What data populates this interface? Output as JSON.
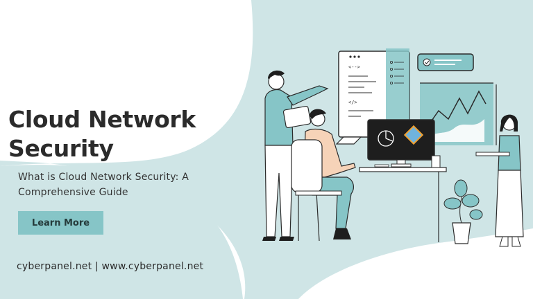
{
  "hero": {
    "title_line1": "Cloud Network",
    "title_line2": "Security",
    "subtitle_line1": "What is Cloud Network Security: A",
    "subtitle_line2": "Comprehensive Guide",
    "cta_label": "Learn More",
    "footer_text": "cyberpanel.net | www.cyberpanel.net"
  },
  "illustration": {
    "screen_code_glyph_top": "<-->",
    "screen_code_glyph_bottom": "</>"
  },
  "colors": {
    "accent": "#86c5c7",
    "accent_light": "#cfe5e6",
    "text_dark": "#2b2b2b",
    "background": "#ffffff"
  }
}
